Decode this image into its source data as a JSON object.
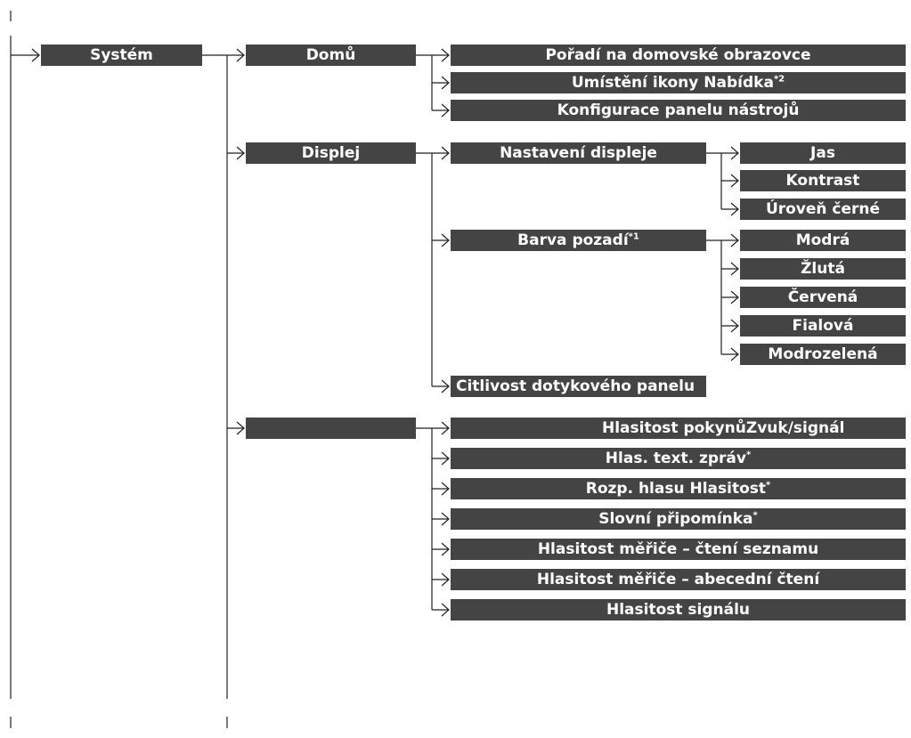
{
  "menu": {
    "system": "Systém",
    "home": {
      "label": "Domů",
      "items": [
        "Pořadí na domovské obrazovce",
        "Umístění ikony Nabídka",
        "Konfigurace panelu nástrojů"
      ],
      "item_notes": [
        "",
        "*2",
        ""
      ]
    },
    "display": {
      "label": "Displej",
      "settings": {
        "label": "Nastavení displeje",
        "items": [
          "Jas",
          "Kontrast",
          "Úroveň černé"
        ]
      },
      "background": {
        "label": "Barva pozadí",
        "note": "*1",
        "items": [
          "Modrá",
          "Žlutá",
          "Červená",
          "Fialová",
          "Modrozelená"
        ]
      },
      "touch": "Citlivost dotykového panelu"
    },
    "sound": {
      "label": "",
      "items": [
        "Hlasitost pokynůZvuk/signál",
        "Hlas. text. zpráv",
        "Rozp. hlasu Hlasitost",
        "Slovní připomínka",
        "Hlasitost měřiče – čtení seznamu",
        "Hlasitost měřiče – abecední čtení",
        "Hlasitost signálu"
      ],
      "item_notes": [
        "",
        "*",
        "*",
        "*",
        "",
        "",
        ""
      ]
    }
  }
}
